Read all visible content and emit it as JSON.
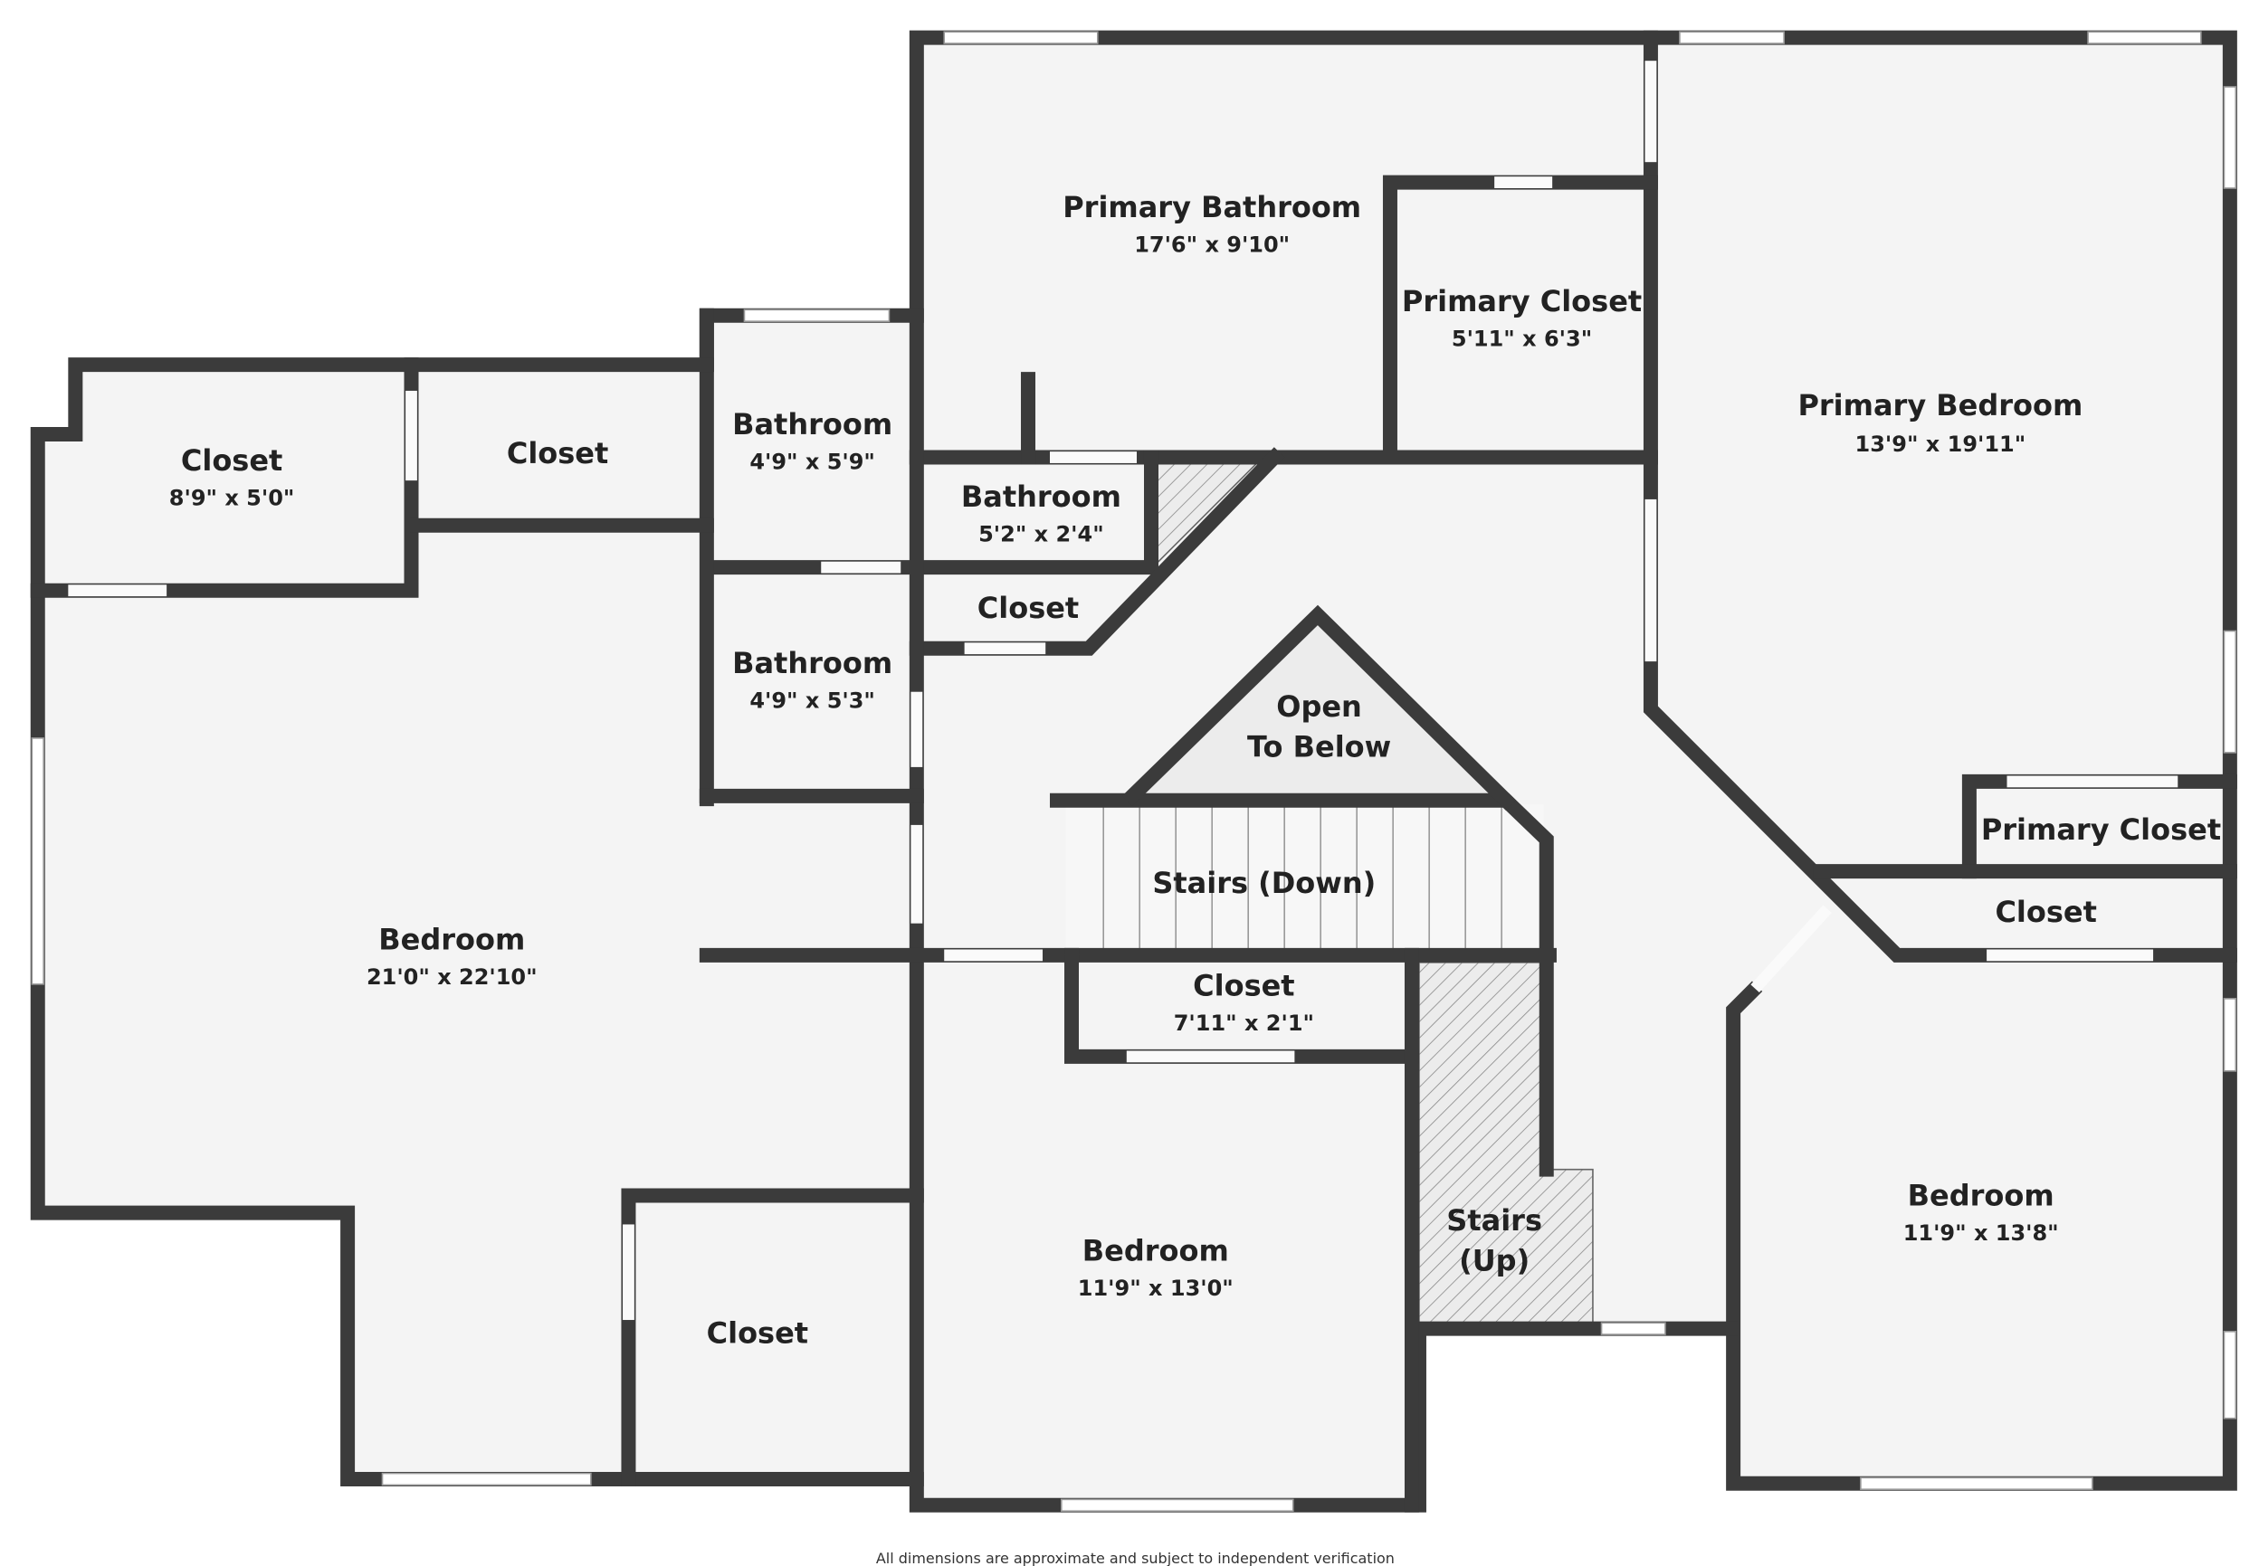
{
  "rooms": {
    "primary_bathroom": {
      "name": "Primary Bathroom",
      "dim": "17'6\" x 9'10\""
    },
    "primary_closet_top": {
      "name": "Primary Closet",
      "dim": "5'11\" x 6'3\""
    },
    "primary_bedroom": {
      "name": "Primary Bedroom",
      "dim": "13'9\" x 19'11\""
    },
    "closet_nw": {
      "name": "Closet",
      "dim": "8'9\" x 5'0\""
    },
    "closet_n": {
      "name": "Closet"
    },
    "bathroom_a": {
      "name": "Bathroom",
      "dim": "4'9\" x 5'9\""
    },
    "bathroom_b": {
      "name": "Bathroom",
      "dim": "5'2\" x 2'4\""
    },
    "closet_hall": {
      "name": "Closet"
    },
    "bathroom_c": {
      "name": "Bathroom",
      "dim": "4'9\" x 5'3\""
    },
    "open_below": {
      "line1": "Open",
      "line2": "To Below"
    },
    "stairs_down": {
      "name": "Stairs (Down)"
    },
    "primary_closet_small": {
      "name": "Primary Closet"
    },
    "closet_e": {
      "name": "Closet"
    },
    "bedroom_w": {
      "name": "Bedroom",
      "dim": "21'0\" x 22'10\""
    },
    "closet_mid": {
      "name": "Closet",
      "dim": "7'11\" x 2'1\""
    },
    "bedroom_mid": {
      "name": "Bedroom",
      "dim": "11'9\" x 13'0\""
    },
    "stairs_up": {
      "line1": "Stairs",
      "line2": "(Up)"
    },
    "bedroom_e": {
      "name": "Bedroom",
      "dim": "11'9\" x 13'8\""
    },
    "closet_sw": {
      "name": "Closet"
    }
  },
  "footer": "All dimensions are approximate and subject to independent verification"
}
